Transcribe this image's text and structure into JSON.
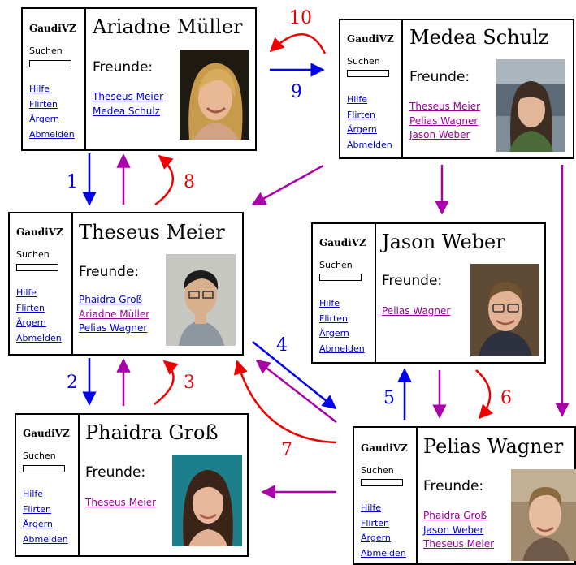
{
  "colors": {
    "blue": "#0000ee",
    "magenta": "#aa00aa",
    "red": "#ee0000"
  },
  "sidebar": {
    "brand": "GaudiVZ",
    "search_label": "Suchen",
    "links": [
      "Hilfe",
      "Flirten",
      "Ärgern",
      "Abmelden"
    ]
  },
  "friends_heading": "Freunde:",
  "profiles": {
    "ariadne": {
      "name": "Ariadne Müller",
      "friends": [
        {
          "name": "Theseus Meier",
          "visited": false
        },
        {
          "name": "Medea Schulz",
          "visited": false
        }
      ]
    },
    "medea": {
      "name": "Medea Schulz",
      "friends": [
        {
          "name": "Theseus Meier",
          "visited": true
        },
        {
          "name": "Pelias Wagner",
          "visited": true
        },
        {
          "name": "Jason Weber",
          "visited": true
        }
      ]
    },
    "theseus": {
      "name": "Theseus Meier",
      "friends": [
        {
          "name": "Phaidra Groß",
          "visited": false
        },
        {
          "name": "Ariadne Müller",
          "visited": true
        },
        {
          "name": "Pelias Wagner",
          "visited": false
        }
      ]
    },
    "jason": {
      "name": "Jason Weber",
      "friends": [
        {
          "name": "Pelias Wagner",
          "visited": true
        }
      ]
    },
    "phaidra": {
      "name": "Phaidra Groß",
      "friends": [
        {
          "name": "Theseus Meier",
          "visited": true
        }
      ]
    },
    "pelias": {
      "name": "Pelias Wagner",
      "friends": [
        {
          "name": "Phaidra Groß",
          "visited": true
        },
        {
          "name": "Jason Weber",
          "visited": false
        },
        {
          "name": "Theseus Meier",
          "visited": true
        }
      ]
    }
  },
  "step_labels": [
    "1",
    "2",
    "3",
    "4",
    "5",
    "6",
    "7",
    "8",
    "9",
    "10"
  ]
}
